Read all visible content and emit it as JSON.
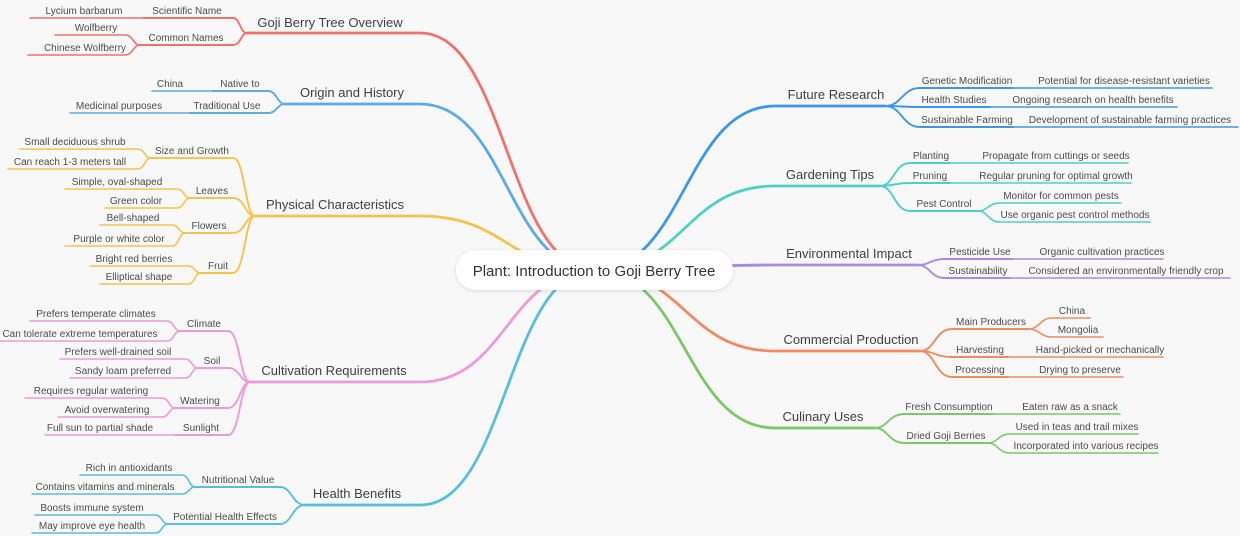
{
  "canvas": {
    "background": "#f8f8f8"
  },
  "root": {
    "label": "Plant: Introduction to Goji Berry Tree",
    "bg": "#ffffff"
  },
  "branches_left": [
    {
      "topic": "Goji Berry Tree Overview",
      "color": "#f2716e",
      "children": [
        {
          "label": "Scientific Name",
          "values": [
            "Lycium barbarum"
          ]
        },
        {
          "label": "Common Names",
          "values": [
            "Wolfberry",
            "Chinese Wolfberry"
          ]
        }
      ]
    },
    {
      "topic": "Origin and History",
      "color": "#5aabe8",
      "children": [
        {
          "label": "Native to",
          "values": [
            "China"
          ]
        },
        {
          "label": "Traditional Use",
          "values": [
            "Medicinal purposes"
          ]
        }
      ]
    },
    {
      "topic": "Physical Characteristics",
      "color": "#f7c34f",
      "children": [
        {
          "label": "Size and Growth",
          "values": [
            "Small deciduous shrub",
            "Can reach 1-3 meters tall"
          ]
        },
        {
          "label": "Leaves",
          "values": [
            "Simple, oval-shaped",
            "Green color"
          ]
        },
        {
          "label": "Flowers",
          "values": [
            "Bell-shaped",
            "Purple or white color"
          ]
        },
        {
          "label": "Fruit",
          "values": [
            "Bright red berries",
            "Elliptical shape"
          ]
        }
      ]
    },
    {
      "topic": "Cultivation Requirements",
      "color": "#ee9ad7",
      "children": [
        {
          "label": "Climate",
          "values": [
            "Prefers temperate climates",
            "Can tolerate extreme temperatures"
          ]
        },
        {
          "label": "Soil",
          "values": [
            "Prefers well-drained soil",
            "Sandy loam preferred"
          ]
        },
        {
          "label": "Watering",
          "values": [
            "Requires regular watering",
            "Avoid overwatering"
          ]
        },
        {
          "label": "Sunlight",
          "values": [
            "Full sun to partial shade"
          ]
        }
      ]
    },
    {
      "topic": "Health Benefits",
      "color": "#57bede",
      "children": [
        {
          "label": "Nutritional Value",
          "values": [
            "Rich in antioxidants",
            "Contains vitamins and minerals"
          ]
        },
        {
          "label": "Potential Health Effects",
          "values": [
            "Boosts immune system",
            "May improve eye health"
          ]
        }
      ]
    }
  ],
  "branches_right": [
    {
      "topic": "Future Research",
      "color": "#3b97e9",
      "children": [
        {
          "label": "Genetic Modification",
          "values": [
            "Potential for disease-resistant varieties"
          ]
        },
        {
          "label": "Health Studies",
          "values": [
            "Ongoing research on health benefits"
          ]
        },
        {
          "label": "Sustainable Farming",
          "values": [
            "Development of sustainable farming practices"
          ]
        }
      ]
    },
    {
      "topic": "Gardening Tips",
      "color": "#4ed0c6",
      "children": [
        {
          "label": "Planting",
          "values": [
            "Propagate from cuttings or seeds"
          ]
        },
        {
          "label": "Pruning",
          "values": [
            "Regular pruning for optimal growth"
          ]
        },
        {
          "label": "Pest Control",
          "values": [
            "Monitor for common pests",
            "Use organic pest control methods"
          ]
        }
      ]
    },
    {
      "topic": "Environmental Impact",
      "color": "#a88be2",
      "children": [
        {
          "label": "Pesticide Use",
          "values": [
            "Organic cultivation practices"
          ]
        },
        {
          "label": "Sustainability",
          "values": [
            "Considered an environmentally friendly crop"
          ]
        }
      ]
    },
    {
      "topic": "Commercial Production",
      "color": "#f28a5f",
      "children": [
        {
          "label": "Main Producers",
          "values": [
            "China",
            "Mongolia"
          ]
        },
        {
          "label": "Harvesting",
          "values": [
            "Hand-picked or mechanically"
          ]
        },
        {
          "label": "Processing",
          "values": [
            "Drying to preserve"
          ]
        }
      ]
    },
    {
      "topic": "Culinary Uses",
      "color": "#7ac868",
      "children": [
        {
          "label": "Fresh Consumption",
          "values": [
            "Eaten raw as a snack"
          ]
        },
        {
          "label": "Dried Goji Berries",
          "values": [
            "Used in teas and trail mixes",
            "Incorporated into various recipes"
          ]
        }
      ]
    }
  ]
}
